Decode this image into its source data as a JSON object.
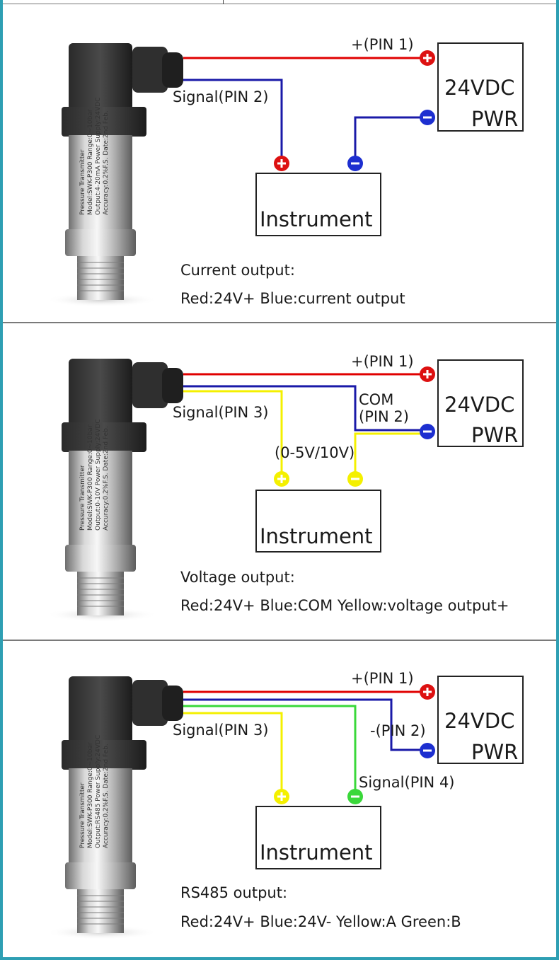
{
  "panels": [
    {
      "id": "current",
      "device_label_1": "Pressure Transmitter",
      "device_label_2": "Model:SWK-P300 Range:0~10bar",
      "device_label_3": "Output:4-20mA Power Supply:24VDC",
      "device_label_4": "Accuracy:0.2%F.S. Date:2nd Feb.",
      "pin1_label": "+(PIN 1)",
      "signal_label": "Signal(PIN 2)",
      "pwr_line1": "24VDC",
      "pwr_line2": "PWR",
      "instrument_label": "Instrument",
      "desc_line1": "Current output:",
      "desc_line2": "Red:24V+ Blue:current output"
    },
    {
      "id": "voltage",
      "device_label_1": "Pressure Transmitter",
      "device_label_2": "Model:SWK-P300 Range:0~10bar",
      "device_label_3": "Output:0-10V Power Supply:24VDC",
      "device_label_4": "Accuracy:0.2%F.S. Date:2nd Feb.",
      "pin1_label": "+(PIN 1)",
      "com_label_1": "COM",
      "com_label_2": "(PIN 2)",
      "signal_label": "Signal(PIN 3)",
      "range_label": "(0-5V/10V)",
      "pwr_line1": "24VDC",
      "pwr_line2": "PWR",
      "instrument_label": "Instrument",
      "desc_line1": "Voltage output:",
      "desc_line2": "Red:24V+ Blue:COM Yellow:voltage output+"
    },
    {
      "id": "rs485",
      "device_label_1": "Pressure Transmitter",
      "device_label_2": "Model:SWK-P300 Range:0~10bar",
      "device_label_3": "Output:RS485 Power Supply:24VDC",
      "device_label_4": "Accuracy:0.2%F.S. Date:2nd Feb.",
      "pin1_label": "+(PIN 1)",
      "pin2_label": "-(PIN 2)",
      "signal_label": "Signal(PIN 3)",
      "signal4_label": "Signal(PIN 4)",
      "pwr_line1": "24VDC",
      "pwr_line2": "PWR",
      "instrument_label": "Instrument",
      "desc_line1": "RS485 output:",
      "desc_line2": "Red:24V+ Blue:24V- Yellow:A Green:B"
    }
  ],
  "colors": {
    "red_wire": "#e00000",
    "blue_wire": "#1a1aa8",
    "yellow_wire": "#f4f000",
    "green_wire": "#3ad83a",
    "frame": "#2e9fb3"
  }
}
